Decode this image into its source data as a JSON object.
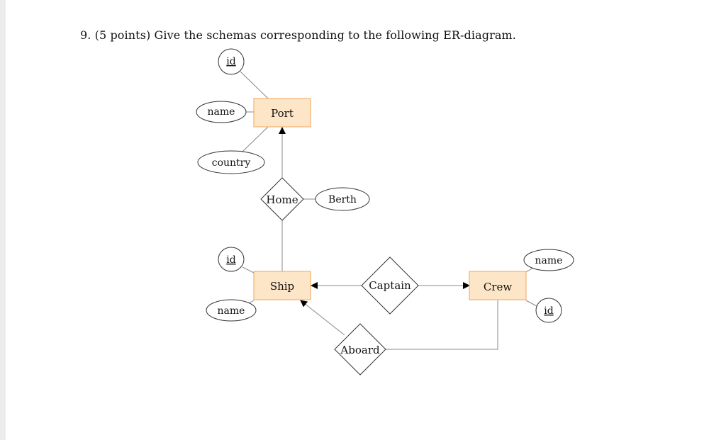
{
  "question": {
    "number": "9.",
    "points": "(5 points)",
    "text": "Give the schemas corresponding to the following ER-diagram."
  },
  "diagram": {
    "colors": {
      "entity_fill": "#fde5c8",
      "entity_stroke": "#f2a65a",
      "line": "#888888",
      "shape_stroke": "#333333",
      "arrow": "#000000"
    },
    "entities": {
      "port": "Port",
      "ship": "Ship",
      "crew": "Crew"
    },
    "relationships": {
      "home": "Home",
      "captain": "Captain",
      "aboard": "Aboard"
    },
    "attributes": {
      "port_id": "id",
      "port_name": "name",
      "port_country": "country",
      "home_berth": "Berth",
      "ship_id": "id",
      "ship_name": "name",
      "crew_name": "name",
      "crew_id": "id"
    }
  }
}
